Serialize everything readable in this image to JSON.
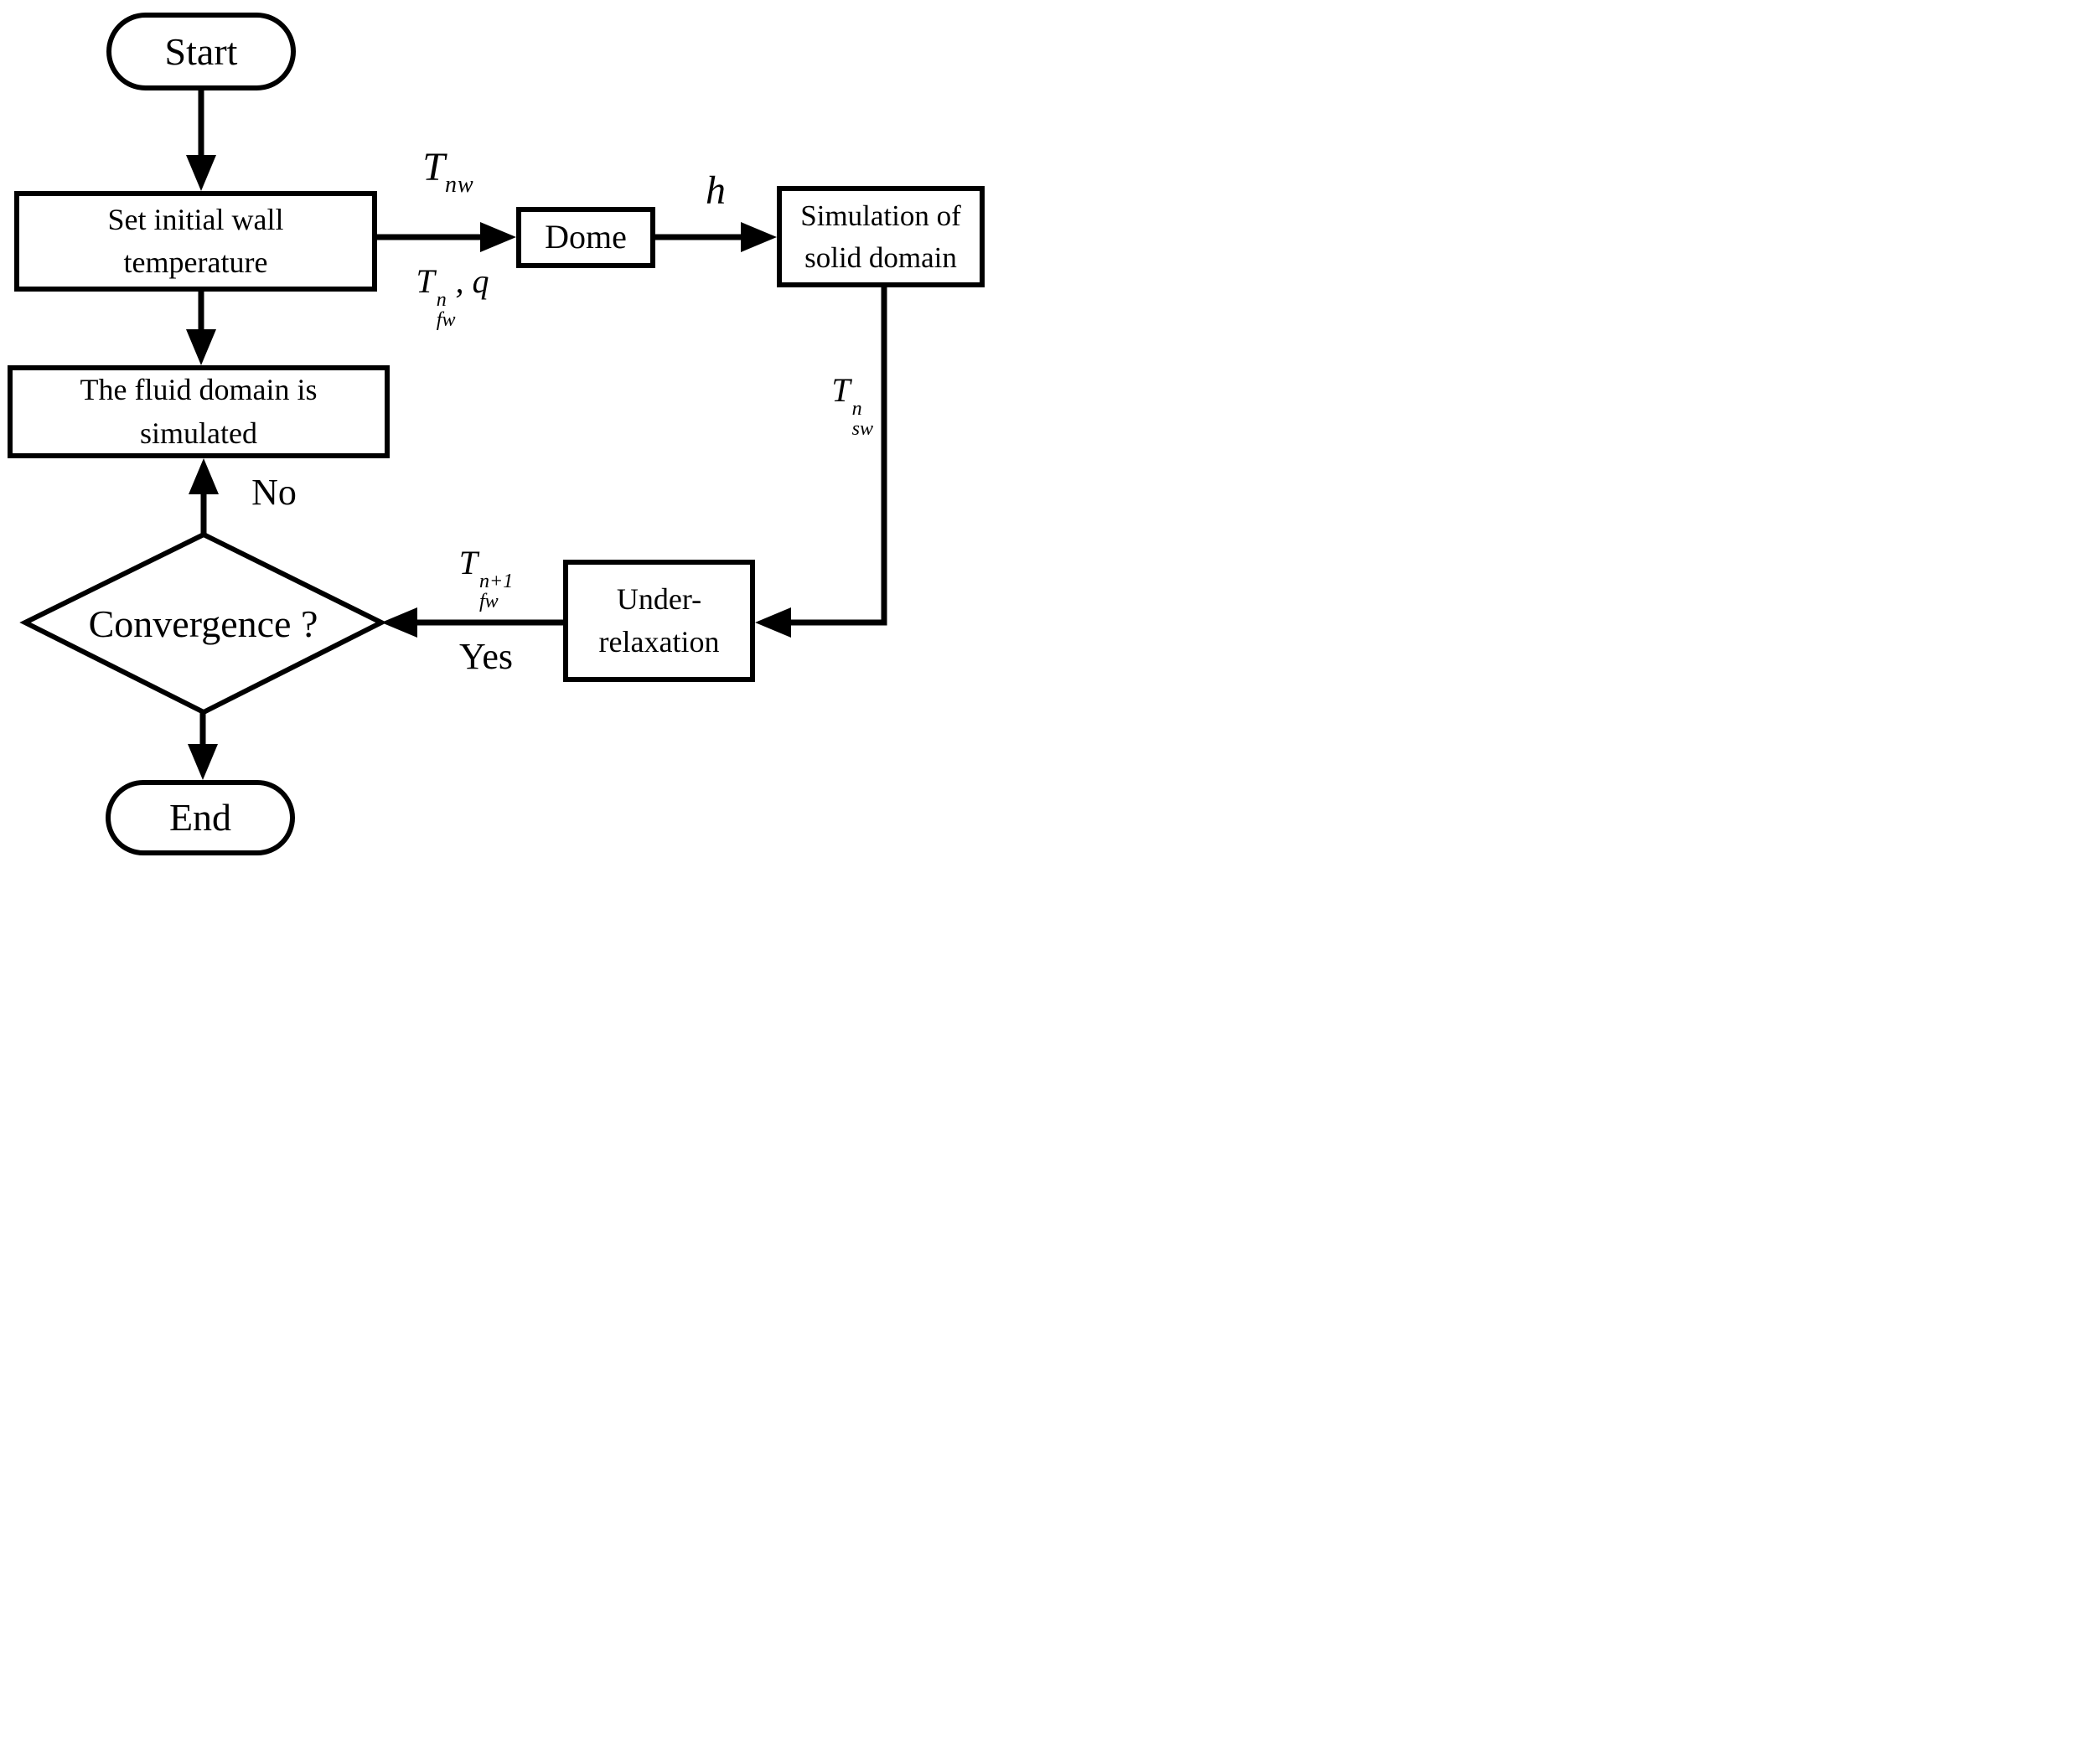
{
  "figure": {
    "type": "flowchart",
    "background": "#ffffff",
    "stroke_color": "#000000",
    "nodes": {
      "start": {
        "type": "terminator",
        "label": "Start"
      },
      "set_wall_temp": {
        "type": "process",
        "line1": "Set initial wall",
        "line2": "temperature"
      },
      "dome": {
        "type": "process",
        "label": "Dome"
      },
      "solid_sim": {
        "type": "process",
        "line1": "Simulation of",
        "line2": "solid domain"
      },
      "fluid_sim": {
        "type": "process",
        "line1": "The fluid domain is",
        "line2": "simulated"
      },
      "under_relaxation": {
        "type": "process",
        "line1": "Under-",
        "line2": "relaxation"
      },
      "convergence": {
        "type": "decision",
        "label": "Convergence ?"
      },
      "end": {
        "type": "terminator",
        "label": "End"
      }
    },
    "labels": {
      "t_nw": {
        "base": "T",
        "sub": "nw"
      },
      "t_fw_n_q": {
        "base": "T",
        "sup": "n",
        "sub": "fw",
        "suffix": ", q"
      },
      "h": {
        "base": "h"
      },
      "t_sw_n": {
        "base": "T",
        "sup": "n",
        "sub": "sw"
      },
      "t_fw_n_plus_1": {
        "base": "T",
        "sup": "n+1",
        "sub": "fw"
      },
      "no": {
        "text": "No"
      },
      "yes": {
        "text": "Yes"
      }
    },
    "edges": [
      {
        "from": "Start",
        "to": "Set initial wall temperature"
      },
      {
        "from": "Set initial wall temperature",
        "to": "Dome",
        "labels": [
          "T_nw (above)",
          "T_fw^n, q (below)"
        ]
      },
      {
        "from": "Dome",
        "to": "Simulation of solid domain",
        "labels": [
          "h"
        ]
      },
      {
        "from": "Simulation of solid domain",
        "to": "Under-relaxation",
        "labels": [
          "T_sw^n"
        ]
      },
      {
        "from": "Under-relaxation",
        "to": "Convergence ?",
        "labels": [
          "T_fw^n+1 (above)",
          "Yes (below)"
        ]
      },
      {
        "from": "Convergence ?",
        "to": "The fluid domain is simulated",
        "labels": [
          "No"
        ]
      },
      {
        "from": "Set initial wall temperature",
        "to": "The fluid domain is simulated"
      },
      {
        "from": "Convergence ?",
        "to": "End"
      }
    ]
  }
}
